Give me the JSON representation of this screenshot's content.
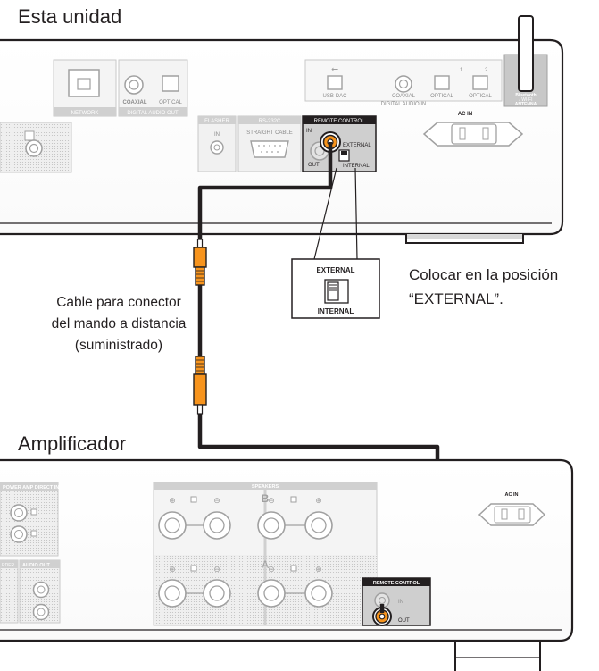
{
  "headings": {
    "unit": "Esta unidad",
    "amplifier": "Amplificador"
  },
  "cable_caption": [
    "Cable para conector",
    "del mando a distancia",
    "(suministrado)"
  ],
  "switch_caption": [
    "Colocar en la posición",
    "“EXTERNAL”."
  ],
  "switch_callout": {
    "top": "EXTERNAL",
    "bottom": "INTERNAL"
  },
  "unit_panel": {
    "network": "NETWORK",
    "coaxial": "COAXIAL",
    "optical": "OPTICAL",
    "digital_audio_out": "DIGITAL AUDIO OUT",
    "usb_dac": "USB-DAC",
    "digital_audio_in": "DIGITAL AUDIO IN",
    "optical_1": "1",
    "optical_2": "2",
    "ac_in": "AC IN",
    "bluetooth_line1": "Bluetooth",
    "bluetooth_line2": "/ WI-FI",
    "antenna": "ANTENNA",
    "flasher": "FLASHER",
    "flasher_in": "IN",
    "rs232c": "RS-232C",
    "straight_cable": "STRAIGHT CABLE",
    "remote_control": "REMOTE CONTROL",
    "rc_in": "IN",
    "rc_out": "OUT",
    "rc_external": "EXTERNAL",
    "rc_internal": "INTERNAL"
  },
  "amp_panel": {
    "power_amp_direct_in": "POWER AMP DIRECT IN",
    "speakers": "SPEAKERS",
    "speaker_a": "A",
    "speaker_b": "B",
    "ac_in": "AC IN",
    "remote_control": "REMOTE CONTROL",
    "rc_in": "IN",
    "rc_out": "OUT",
    "recorder": "RDER",
    "audio_out": "AUDIO OUT"
  },
  "colors": {
    "connector_orange": "#f7941d",
    "cable": "#231f20",
    "panel_gray": "#cfcfcf",
    "label_gray": "#a7a9ac"
  }
}
